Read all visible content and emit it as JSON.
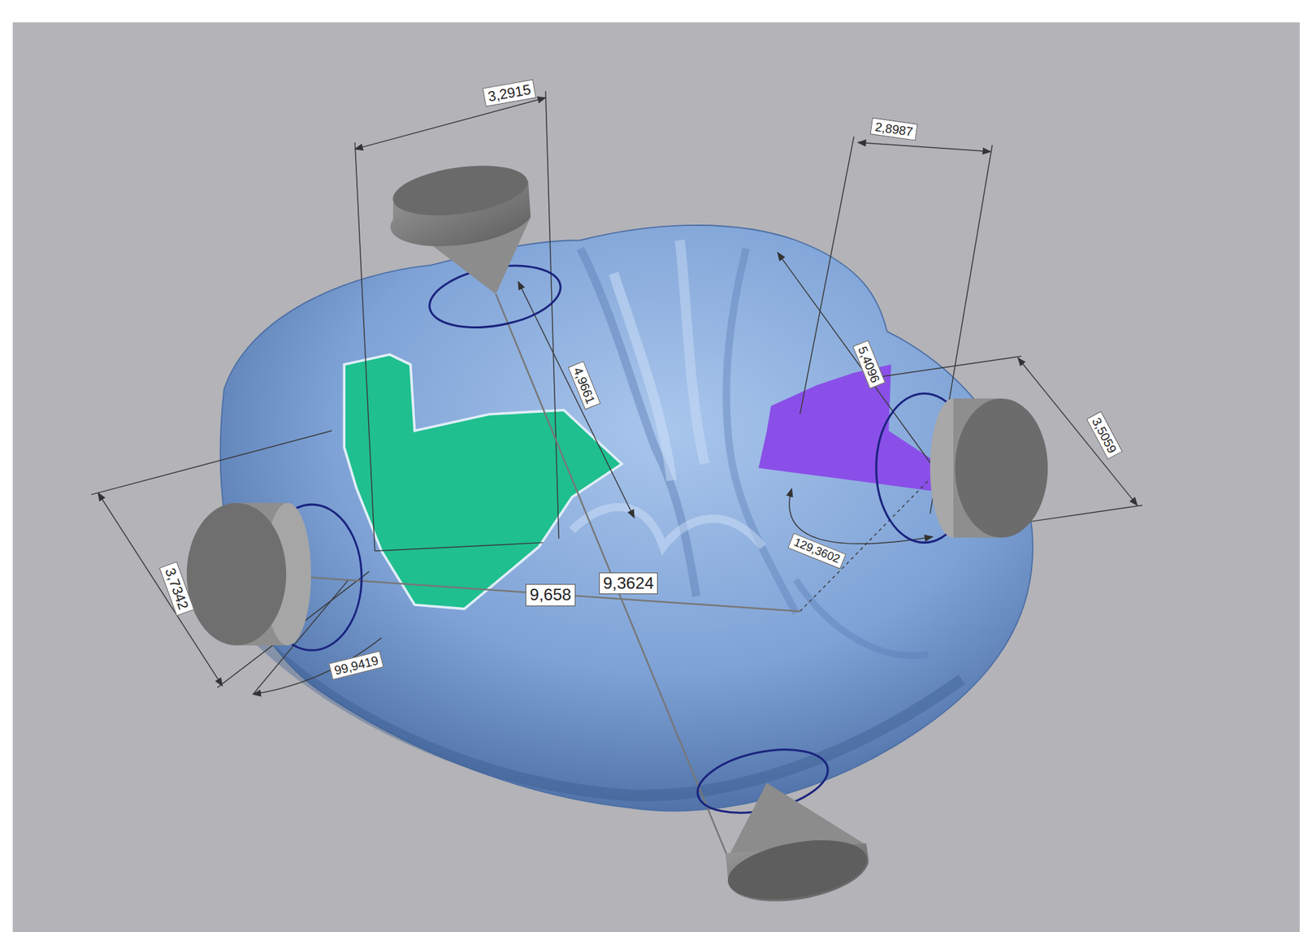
{
  "diagram": {
    "labels": [
      "3,2915",
      "2,8987",
      "5,4096",
      "4,9661",
      "3,5059",
      "129,3602",
      "9,658",
      "9,3624",
      "3,7342",
      "99,9419"
    ]
  }
}
